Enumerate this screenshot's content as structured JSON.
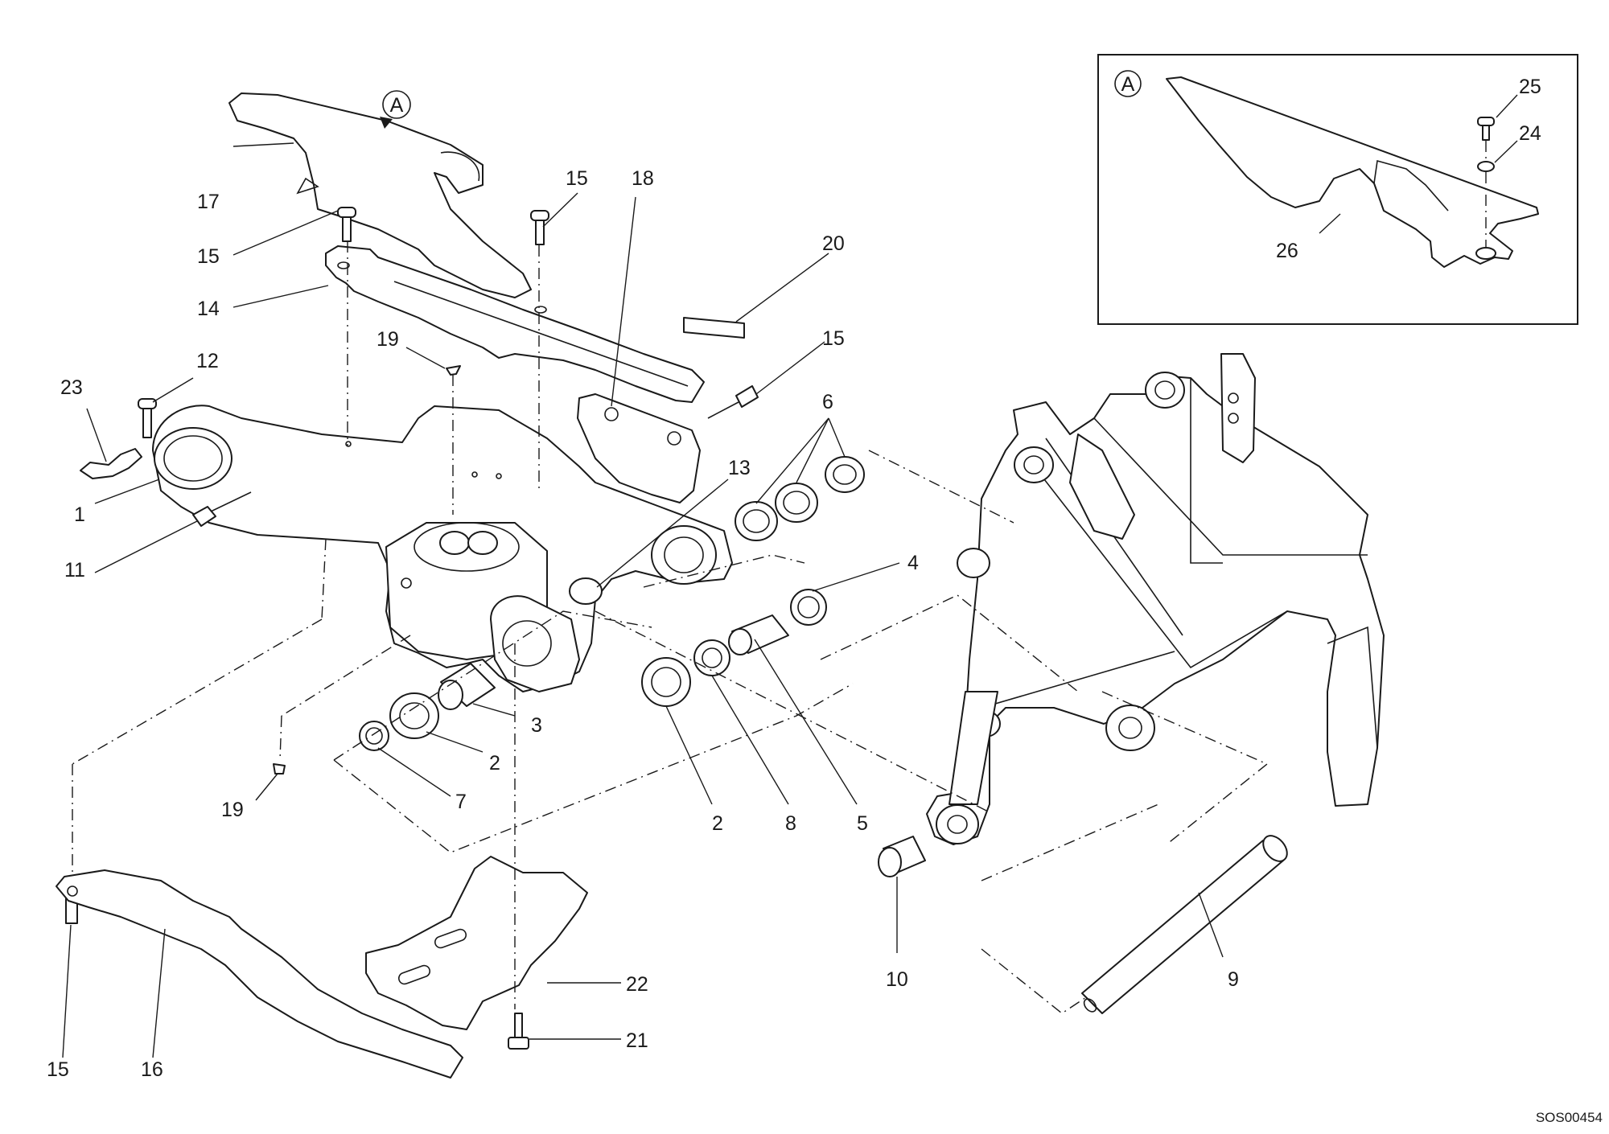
{
  "diagram": {
    "code": "SOS00454",
    "view_marker": "A",
    "inset_marker": "A",
    "callouts": {
      "c1": "1",
      "c2a": "2",
      "c2b": "2",
      "c3": "3",
      "c4": "4",
      "c5": "5",
      "c6": "6",
      "c7": "7",
      "c8": "8",
      "c9": "9",
      "c10": "10",
      "c11": "11",
      "c12": "12",
      "c13": "13",
      "c14": "14",
      "c15a": "15",
      "c15b": "15",
      "c15c": "15",
      "c15d": "15",
      "c16": "16",
      "c17": "17",
      "c18": "18",
      "c19a": "19",
      "c19b": "19",
      "c20": "20",
      "c21": "21",
      "c22": "22",
      "c23": "23",
      "c24": "24",
      "c25": "25",
      "c26": "26"
    }
  }
}
